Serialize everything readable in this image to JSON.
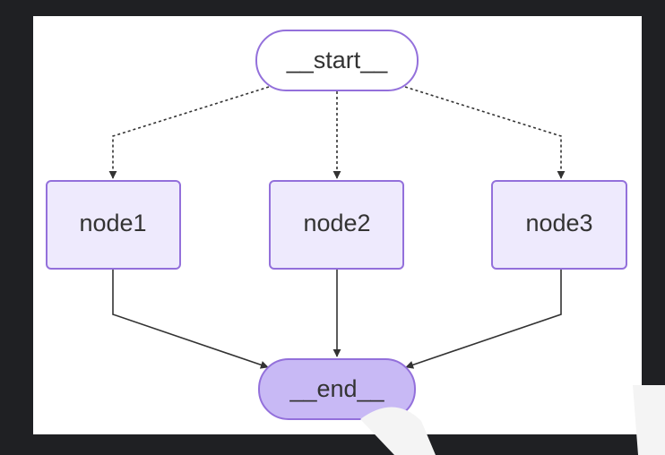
{
  "diagram": {
    "type": "flowchart",
    "start_label": "__start__",
    "end_label": "__end__",
    "nodes": [
      {
        "id": "node1",
        "label": "node1"
      },
      {
        "id": "node2",
        "label": "node2"
      },
      {
        "id": "node3",
        "label": "node3"
      }
    ],
    "edges": [
      {
        "from": "__start__",
        "to": "node1",
        "style": "dotted"
      },
      {
        "from": "__start__",
        "to": "node2",
        "style": "dotted"
      },
      {
        "from": "__start__",
        "to": "node3",
        "style": "dotted"
      },
      {
        "from": "node1",
        "to": "__end__",
        "style": "solid"
      },
      {
        "from": "node2",
        "to": "__end__",
        "style": "solid"
      },
      {
        "from": "node3",
        "to": "__end__",
        "style": "solid"
      }
    ],
    "colors": {
      "page_background": "#1f2023",
      "canvas_background": "#ffffff",
      "node_fill": "#eeeafd",
      "node_border": "#9370db",
      "end_fill": "#c8b9f5",
      "edge_color": "#333333",
      "text_color": "#333333"
    }
  }
}
